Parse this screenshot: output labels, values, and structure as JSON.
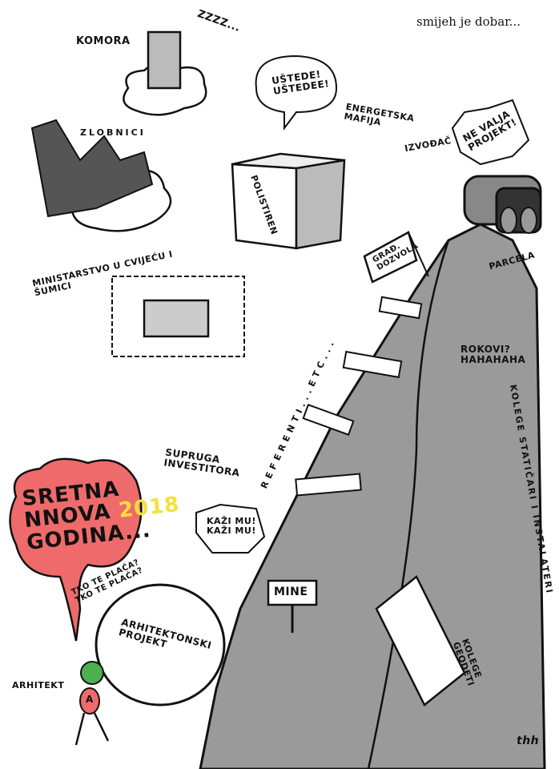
{
  "caption": "smijeh je dobar...",
  "labels": {
    "komora": "KOMORA",
    "snore": "ZZZZ...",
    "zlobnici": "ZLOBNICI",
    "ustede_1": "UŠTEDE!",
    "ustede_2": "UŠTEDEE!",
    "energetska_1": "ENERGETSKA",
    "energetska_2": "MAFIJA",
    "polistiren": "POLISTIREN",
    "izvodac": "IZVOĐAČ",
    "ne_valja_1": "NE VALJA",
    "ne_valja_2": "PROJEKT!",
    "grad_dozvola_1": "GRAĐ.",
    "grad_dozvola_2": "DOZVOLA",
    "parcela": "PARCELA",
    "ministarstvo_1": "MINISTARSTVO U CVIJEĆU I",
    "ministarstvo_2": "ŠUMICI",
    "referenti": "REFERENTI...ETC...",
    "rokovi_1": "ROKOVI?",
    "rokovi_2": "HAHAHAHA",
    "kolege_staticari": "KOLEGE STATIČARI I INSTALATERI",
    "supruga_1": "SUPRUGA",
    "supruga_2": "INVESTITORA",
    "kazi_1": "KAŽI MU!",
    "kazi_2": "KAŽI MU!",
    "sretna_1": "SRETNA",
    "sretna_2": "NNOVA",
    "sretna_year": "2018",
    "sretna_3": "GODINA...",
    "tko_1": "TKO TE PLAĆA?",
    "tko_2": "TKO TE PLAĆA?",
    "projekt_1": "ARHITEKTONSKI",
    "projekt_2": "PROJEKT",
    "mine": "MINE",
    "arhitekt": "ARHITEKT",
    "arhitekt_badge": "A",
    "geodeti_1": "KOLEGE",
    "geodeti_2": "GEODETI",
    "signature": "thh"
  },
  "colors": {
    "mountain": "#9a9a9a",
    "bubble_red": "#ef6b6b",
    "year_yellow": "#f5e13a",
    "ink": "#111111",
    "architect_green": "#4caf50"
  }
}
